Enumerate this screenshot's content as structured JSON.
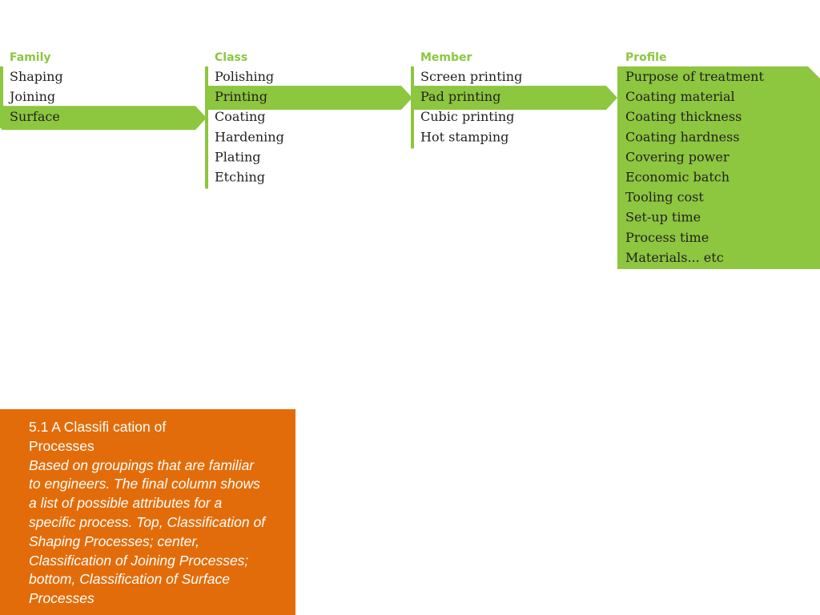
{
  "colors": {
    "accent": "#8dc63f",
    "text": "#231f20",
    "caption_bg": "#e36c0a",
    "caption_text": "#ffffff"
  },
  "columns": [
    {
      "header": "Family",
      "items": [
        "Shaping",
        "Joining",
        "Surface"
      ],
      "selected": 2
    },
    {
      "header": "Class",
      "items": [
        "Polishing",
        "Printing",
        "Coating",
        "Hardening",
        "Plating",
        "Etching"
      ],
      "selected": 1
    },
    {
      "header": "Member",
      "items": [
        "Screen printing",
        "Pad printing",
        "Cubic printing",
        "Hot stamping"
      ],
      "selected": 1
    },
    {
      "header": "Profile",
      "items": [
        "Purpose of treatment",
        "Coating material",
        "Coating thickness",
        "Coating hardness",
        "Covering power",
        "Economic batch",
        "Tooling cost",
        "Set-up time",
        "Process time",
        "Materials... etc"
      ],
      "selected": -1
    }
  ],
  "caption": {
    "title_line1": "5.1 A Classifi cation of",
    "title_line2": "Processes",
    "body": "Based on groupings that are familiar to engineers. The final column shows a list of possible attributes for a specific process. Top, Classification of Shaping Processes; center, Classification of Joining Processes; bottom, Classification of Surface Processes"
  }
}
